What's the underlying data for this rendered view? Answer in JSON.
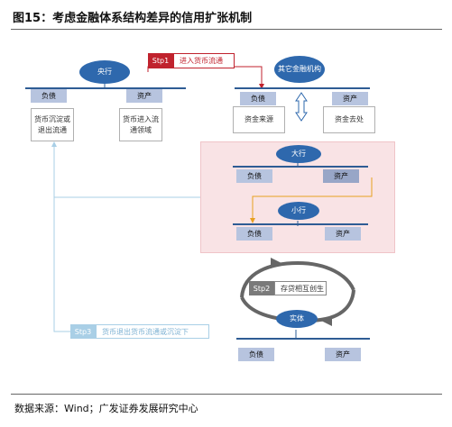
{
  "title": "图15：考虑金融体系结构差异的信用扩张机制",
  "source": "数据来源：Wind；广发证券发展研究中心",
  "central_bank": {
    "name": "央行",
    "liability": "负债",
    "asset": "资产",
    "liability_note": "货币沉淀或退出流通",
    "asset_note": "货币进入流通领域"
  },
  "other_fin": {
    "name": "其它金融机构",
    "liability": "负债",
    "asset": "资产",
    "liability_note": "资金来源",
    "asset_note": "资金去处"
  },
  "big_bank": {
    "name": "大行",
    "liability": "负债",
    "asset": "资产"
  },
  "small_bank": {
    "name": "小行",
    "liability": "负债",
    "asset": "资产"
  },
  "real_economy": {
    "name": "实体",
    "liability": "负债",
    "asset": "资产"
  },
  "steps": {
    "stp1": {
      "tag": "Stp1",
      "text": "进入货币流通"
    },
    "stp2": {
      "tag": "Stp2",
      "text": "存贷相互创生"
    },
    "stp3": {
      "tag": "Stp3",
      "text": "货币退出货币流通或沉淀下"
    }
  },
  "colors": {
    "ellipse": "#2e68ad",
    "label": "#b7c4df",
    "stp1": "#c0222d",
    "stp3": "#a9cfe6",
    "flow": "#e8a020"
  }
}
